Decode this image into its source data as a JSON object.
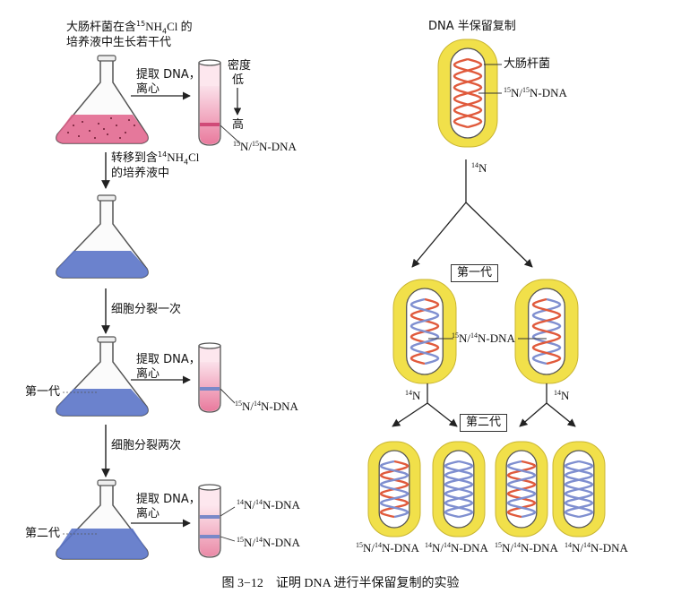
{
  "left": {
    "top_caption_line1_pre": "大肠杆菌在含",
    "top_caption_sup": "15",
    "top_caption_line1_post": "NH",
    "top_caption_sub": "4",
    "top_caption_line1_end": "Cl 的",
    "top_caption_line2": "培养液中生长若干代",
    "extract1": "提取 DNA，",
    "extract1b": "离心",
    "density": "密度",
    "low": "低",
    "high": "高",
    "label_1515_a": "15",
    "label_1515_b": "N/",
    "label_1515_c": "15",
    "label_1515_d": "N-DNA",
    "transfer_pre": "转移到含",
    "transfer_sup": "14",
    "transfer_post": "NH",
    "transfer_sub": "4",
    "transfer_end": "Cl",
    "transfer_line2": "的培养液中",
    "divide1": "细胞分裂一次",
    "gen1": "第一代",
    "extract2": "提取 DNA，",
    "extract2b": "离心",
    "label_1514_a": "15",
    "label_1514_b": "N/",
    "label_1514_c": "14",
    "label_1514_d": "N-DNA",
    "divide2": "细胞分裂两次",
    "gen2": "第二代",
    "extract3": "提取 DNA，",
    "extract3b": "离心",
    "label_1414_a": "14",
    "label_1414_b": "N/",
    "label_1414_c": "14",
    "label_1414_d": "N-DNA",
    "label_1514b_a": "15",
    "label_1514b_b": "N/",
    "label_1514b_c": "14",
    "label_1514b_d": "N-DNA"
  },
  "right": {
    "title": "DNA 半保留复制",
    "ecoli": "大肠杆菌",
    "parent_a": "15",
    "parent_b": "N/",
    "parent_c": "15",
    "parent_d": "N-DNA",
    "n14_sup": "14",
    "n14_N": "N",
    "gen1_box": "第一代",
    "gen1_label_a": "15",
    "gen1_label_b": "N/",
    "gen1_label_c": "14",
    "gen1_label_d": "N-DNA",
    "gen2_box": "第二代",
    "bottom_labels": [
      {
        "a": "15",
        "b": "N/",
        "c": "14",
        "d": "N-DNA"
      },
      {
        "a": "14",
        "b": "N/",
        "c": "14",
        "d": "N-DNA"
      },
      {
        "a": "15",
        "b": "N/",
        "c": "14",
        "d": "N-DNA"
      },
      {
        "a": "14",
        "b": "N/",
        "c": "14",
        "d": "N-DNA"
      }
    ]
  },
  "caption": "图 3−12　证明 DNA 进行半保留复制的实验",
  "colors": {
    "heavy_strand": "#e05a3c",
    "light_strand": "#7f8fd0",
    "capsule_outer": "#f1e04a",
    "capsule_inner": "#faf0c4",
    "flask_pink": "#e0608a",
    "flask_blue": "#5b74c8",
    "tube_pink": "#e97a9d"
  }
}
